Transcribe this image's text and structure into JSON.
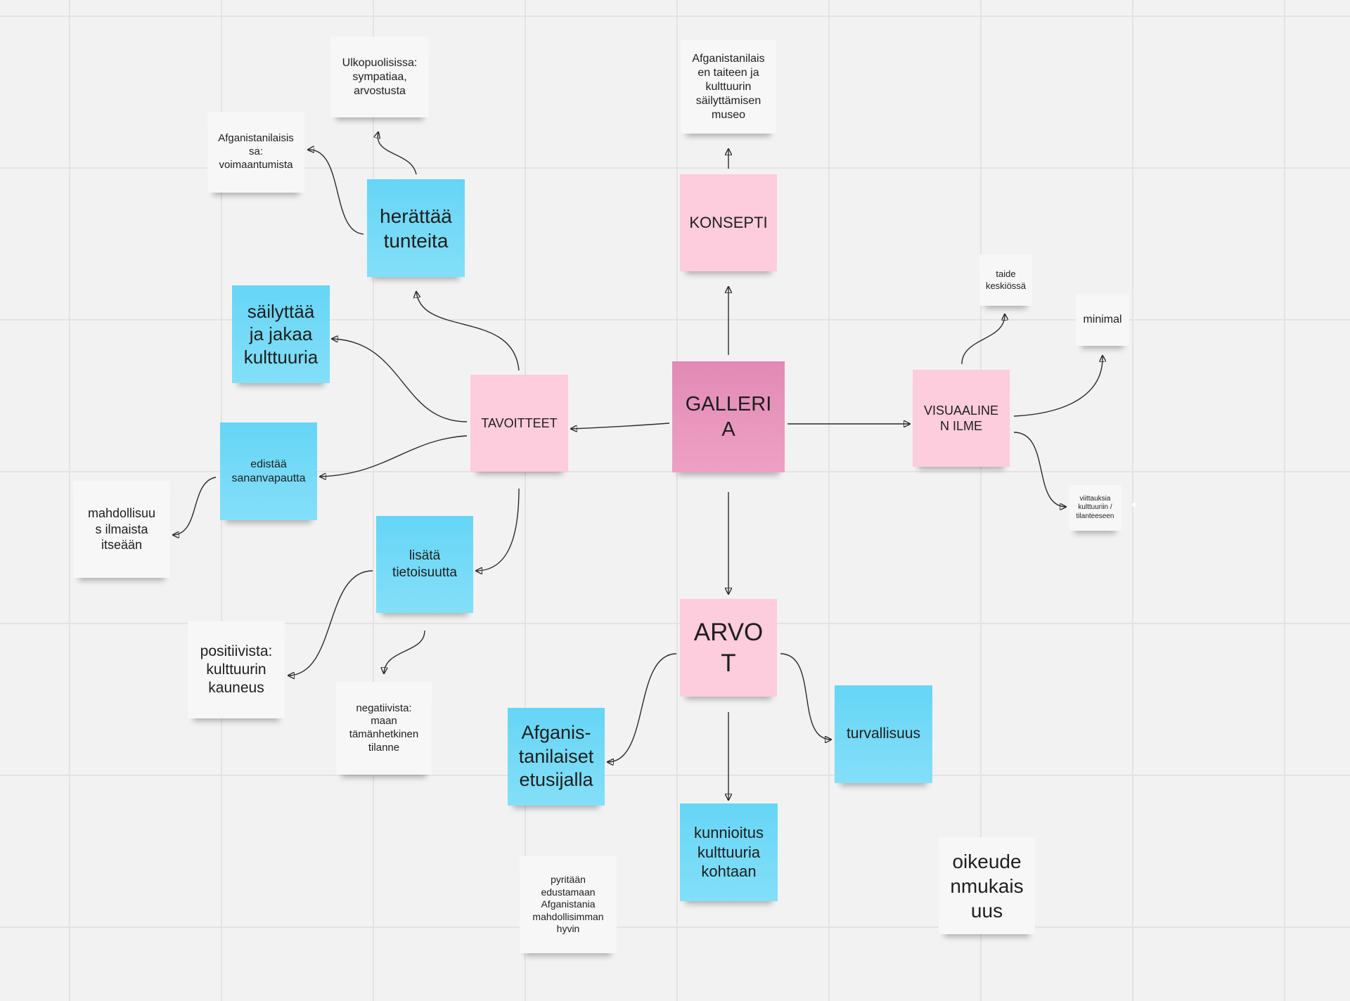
{
  "notes": {
    "galleria": "GALLERIA",
    "konsepti": "KONSEPTI",
    "museo": "Afganistanilais en taiteen ja kulttuurin säilyttämisen museo",
    "tavoitteet": "TAVOITTEET",
    "herattaa": "herättää tunteita",
    "ulkopuolisissa": "Ulkopuolisissa: sympatiaa, arvostusta",
    "voimaantumista": "Afganistanilaisis sa: voimaantumista",
    "sailyttaa": "säilyttää ja jakaa kulttuuria",
    "edistaa": "edistää sananvapautta",
    "mahdollisuus": "mahdollisuus ilmaista itseään",
    "lisata": "lisätä tietoisuutta",
    "positiivista": "positiivista: kulttuurin kauneus",
    "negatiivista": "negatiivista: maan tämänhetkinen tilanne",
    "visuaalinen": "VISUAALINEN ILME",
    "taide": "taide keskiössä",
    "minimal": "minimal",
    "viittauksia": "viittauksia kulttuuriin / tilanteeseen",
    "arvot": "ARVOT",
    "afganistanilaiset": "Afganis-tanilaiset etusijalla",
    "kunnioitus": "kunnioitus kulttuuria kohtaan",
    "turvallisuus": "turvallisuus",
    "pyritaan": "pyritään edustamaan Afganistania mahdollisimman hyvin",
    "oikeudenmukaisuus": "oikeude nmukais uus"
  },
  "colors": {
    "canvas": "#f2f2f2",
    "grid": "#e3e3e3",
    "note_white": "#f7f7f7",
    "note_blue": "#6fd9f7",
    "note_pink": "#fdccdd",
    "note_magenta": "#e594bc",
    "connector": "#2b2b2b"
  }
}
